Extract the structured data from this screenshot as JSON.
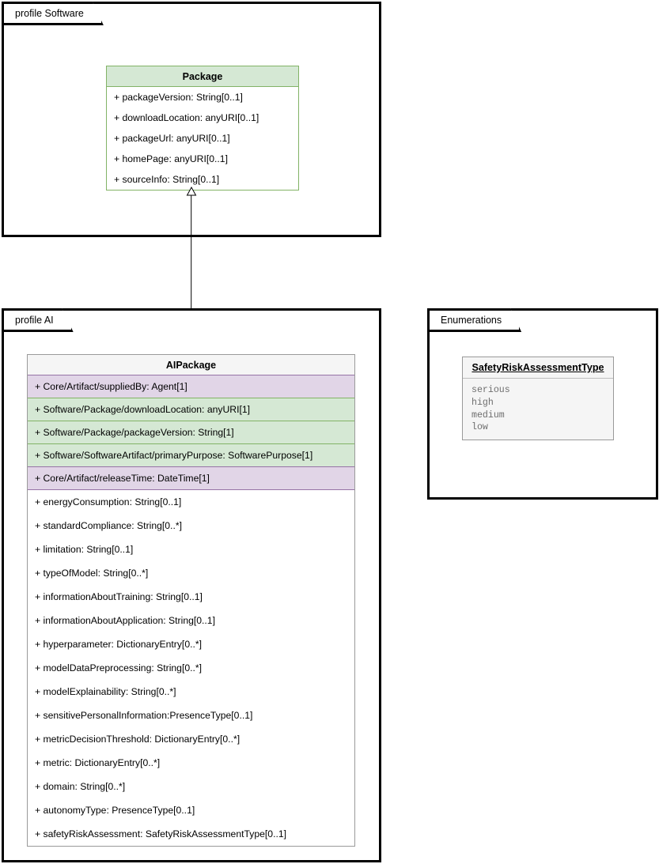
{
  "diagram": {
    "type": "uml-class-diagram"
  },
  "packages": [
    {
      "id": "software",
      "tab_label": "profile Software"
    },
    {
      "id": "ai",
      "tab_label": "profile AI"
    },
    {
      "id": "enumerations",
      "tab_label": "Enumerations"
    }
  ],
  "package_class": {
    "title": "Package",
    "attributes": [
      "+ packageVersion: String[0..1]",
      "+ downloadLocation: anyURI[0..1]",
      "+ packageUrl: anyURI[0..1]",
      "+ homePage: anyURI[0..1]",
      "+ sourceInfo: String[0..1]"
    ],
    "header_color": "#d5e8d4",
    "border_color": "#82b366"
  },
  "aipackage_class": {
    "title": "AIPackage",
    "header_color": "#f5f5f5",
    "border_color": "#9a9a9a",
    "attributes": [
      {
        "text": "+ Core/Artifact/suppliedBy: Agent[1]",
        "style": "purple"
      },
      {
        "text": "+ Software/Package/downloadLocation: anyURI[1]",
        "style": "green"
      },
      {
        "text": "+ Software/Package/packageVersion: String[1]",
        "style": "green"
      },
      {
        "text": "+ Software/SoftwareArtifact/primaryPurpose: SoftwarePurpose[1]",
        "style": "green"
      },
      {
        "text": "+ Core/Artifact/releaseTime: DateTime[1]",
        "style": "purple"
      },
      {
        "text": "+ energyConsumption: String[0..1]",
        "style": "plain"
      },
      {
        "text": "+ standardCompliance: String[0..*]",
        "style": "plain"
      },
      {
        "text": "+ limitation: String[0..1]",
        "style": "plain"
      },
      {
        "text": "+ typeOfModel: String[0..*]",
        "style": "plain"
      },
      {
        "text": "+ informationAboutTraining: String[0..1]",
        "style": "plain"
      },
      {
        "text": "+ informationAboutApplication: String[0..1]",
        "style": "plain"
      },
      {
        "text": "+ hyperparameter: DictionaryEntry[0..*]",
        "style": "plain"
      },
      {
        "text": "+ modelDataPreprocessing: String[0..*]",
        "style": "plain"
      },
      {
        "text": "+ modelExplainability: String[0..*]",
        "style": "plain"
      },
      {
        "text": "+ sensitivePersonalInformation:PresenceType[0..1]",
        "style": "plain"
      },
      {
        "text": "+ metricDecisionThreshold: DictionaryEntry[0..*]",
        "style": "plain"
      },
      {
        "text": "+ metric: DictionaryEntry[0..*]",
        "style": "plain"
      },
      {
        "text": "+ domain: String[0..*]",
        "style": "plain"
      },
      {
        "text": "+ autonomyType: PresenceType[0..1]",
        "style": "plain"
      },
      {
        "text": "+ safetyRiskAssessment: SafetyRiskAssessmentType[0..1]",
        "style": "plain"
      }
    ]
  },
  "enumeration": {
    "title": "SafetyRiskAssessmentType",
    "literals": [
      "serious",
      "high",
      "medium",
      "low"
    ]
  },
  "relationship": {
    "kind": "generalization",
    "source": "AIPackage",
    "target": "Package"
  }
}
